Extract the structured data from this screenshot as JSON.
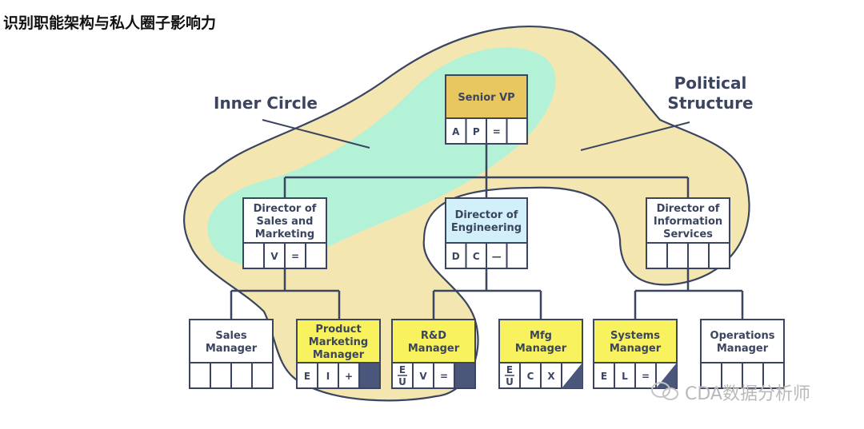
{
  "page_title": "识别职能架构与私人圈子影响力",
  "labels": {
    "inner_circle": "Inner Circle",
    "political_line1": "Political",
    "political_line2": "Structure"
  },
  "colors": {
    "political_fill": "#f3e6b1",
    "inner_fill": "#b3f2d6",
    "senior_fill": "#e8c75f",
    "engineering_fill": "#d2f0fa",
    "yellow_fill": "#f7f25d",
    "white_fill": "#ffffff",
    "stroke": "#3b4560",
    "dark_cell": "#4b577a"
  },
  "nodes": {
    "senior_vp": {
      "lines": [
        "Senior VP"
      ],
      "cells": [
        "A",
        "P",
        "=",
        ""
      ]
    },
    "dir_sales": {
      "lines": [
        "Director of",
        "Sales and",
        "Marketing"
      ],
      "cells": [
        "",
        "V",
        "=",
        ""
      ]
    },
    "dir_eng": {
      "lines": [
        "Director of",
        "Engineering"
      ],
      "cells": [
        "D",
        "C",
        "—",
        ""
      ]
    },
    "dir_is": {
      "lines": [
        "Director of",
        "Information",
        "Services"
      ],
      "cells": [
        "",
        "",
        "",
        ""
      ]
    },
    "sales_mgr": {
      "lines": [
        "Sales",
        "Manager"
      ],
      "cells": [
        "",
        "",
        "",
        ""
      ]
    },
    "prod_mgr": {
      "lines": [
        "Product",
        "Marketing",
        "Manager"
      ],
      "cells": [
        "E",
        "I",
        "+",
        ""
      ]
    },
    "rd_mgr": {
      "lines": [
        "R&D",
        "Manager"
      ],
      "cells": [
        "E/U",
        "V",
        "=",
        ""
      ]
    },
    "mfg_mgr": {
      "lines": [
        "Mfg",
        "Manager"
      ],
      "cells": [
        "E/U",
        "C",
        "X",
        ""
      ]
    },
    "sys_mgr": {
      "lines": [
        "Systems",
        "Manager"
      ],
      "cells": [
        "E",
        "L",
        "=",
        ""
      ]
    },
    "ops_mgr": {
      "lines": [
        "Operations",
        "Manager"
      ],
      "cells": [
        "",
        "",
        "",
        ""
      ]
    }
  },
  "watermark": "CDA数据分析师"
}
